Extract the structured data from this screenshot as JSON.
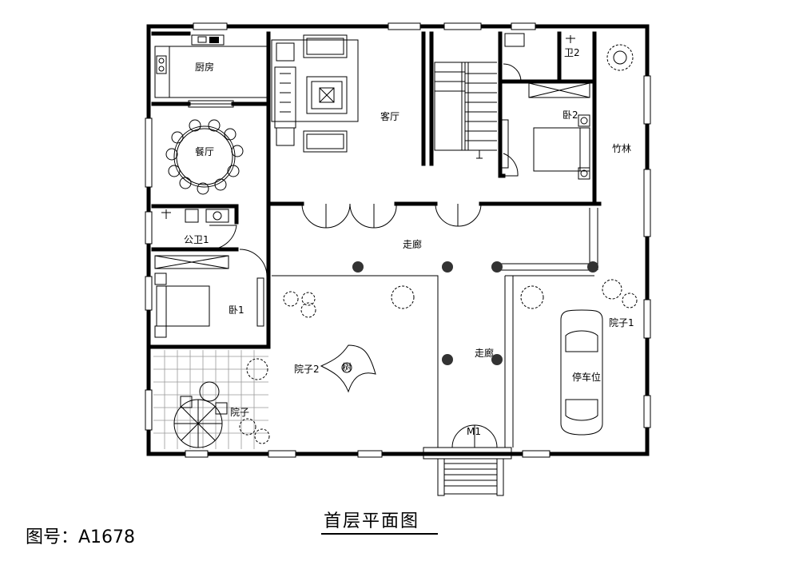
{
  "plan": {
    "title": "首层平面图",
    "drawing_number": "图号：A1678",
    "rooms": {
      "kitchen": "厨房",
      "dining": "餐厅",
      "living": "客厅",
      "bedroom2": "卧2",
      "wc2": "卫2",
      "bamboo": "竹林",
      "wc1": "公卫1",
      "corridor_top": "走廊",
      "bedroom1": "卧1",
      "yard2": "院子2",
      "yard2_tree": "树",
      "corridor_mid": "走廊",
      "yard1": "院子1",
      "parking": "停车位",
      "yard": "院子",
      "main_door": "M1"
    }
  }
}
